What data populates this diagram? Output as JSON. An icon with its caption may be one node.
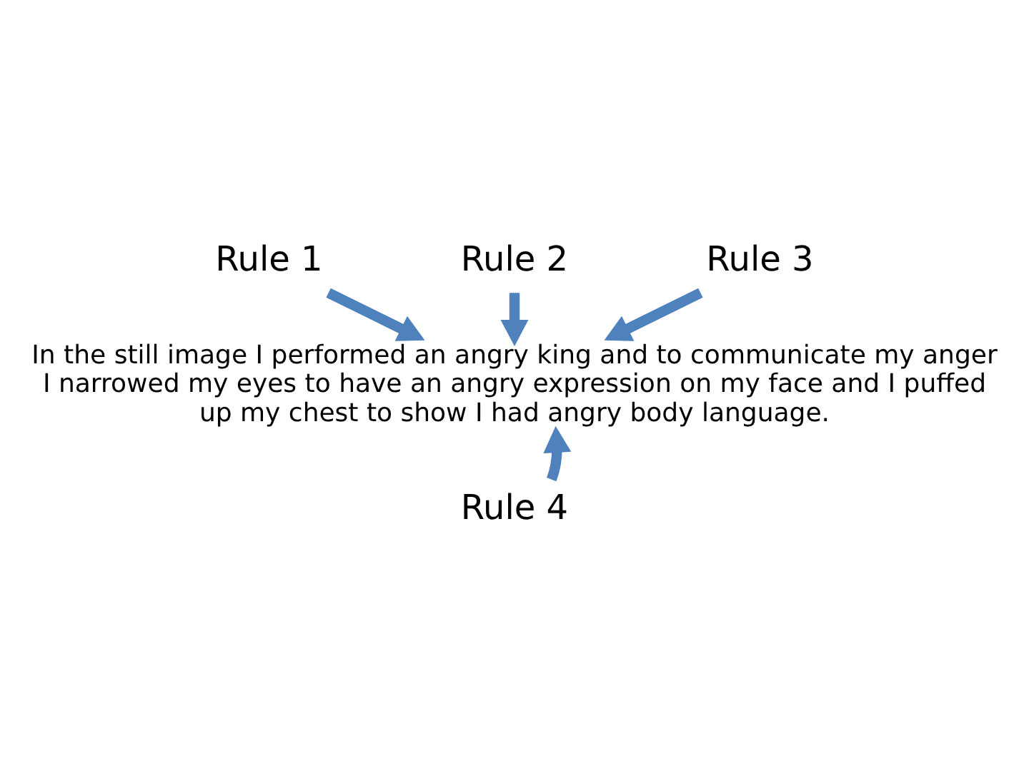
{
  "diagram": {
    "nodes": [
      {
        "text": [
          "Rule 1"
        ]
      },
      {
        "text": [
          "Rule 2"
        ]
      },
      {
        "text": [
          "Rule 3"
        ]
      },
      {
        "text": [
          "In the still image I performed an angry king and to communicate my anger I narrowed my eyes to have an angry expression on my face and I puffed up my chest to show I had angry body language."
        ]
      },
      {
        "text": [
          "Rule 4"
        ]
      }
    ],
    "edges": [
      {
        "from": 0,
        "to": 3,
        "arrow": "to"
      },
      {
        "from": 1,
        "to": 3,
        "arrow": "to"
      },
      {
        "from": 2,
        "to": 3,
        "arrow": "to"
      },
      {
        "from": 4,
        "to": 3,
        "arrow": "to"
      }
    ]
  }
}
